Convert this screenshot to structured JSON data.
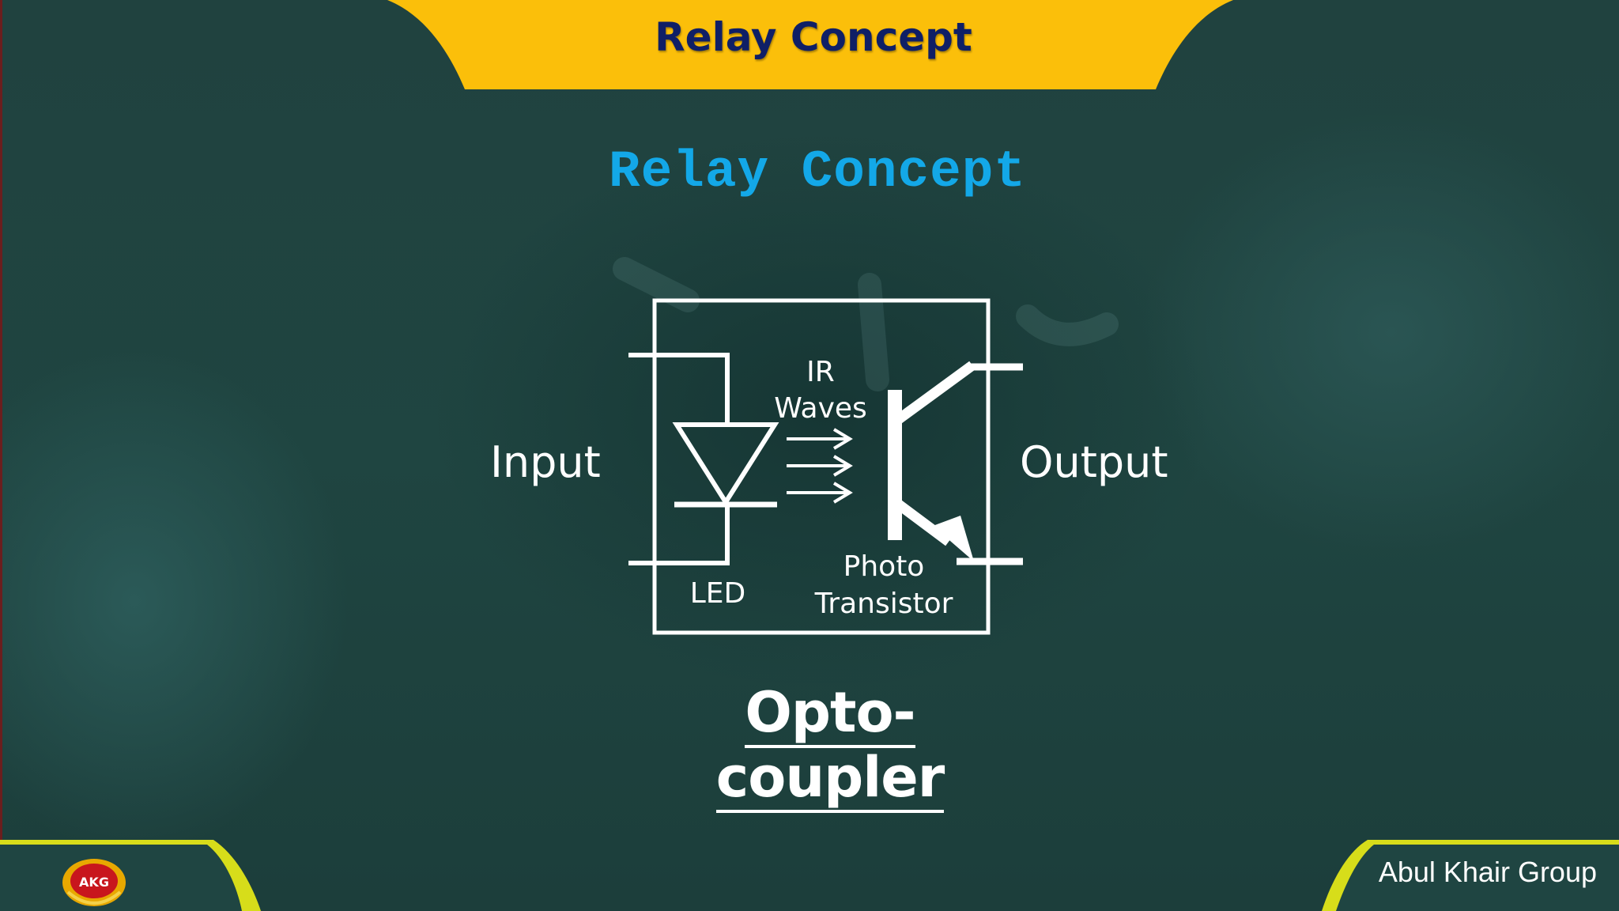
{
  "banner": {
    "title": "Relay Concept"
  },
  "heading": "Relay Concept",
  "diagram": {
    "input_label": "Input",
    "output_label": "Output",
    "ir_label_line1": "IR",
    "ir_label_line2": "Waves",
    "led_label": "LED",
    "phototransistor_line1": "Photo",
    "phototransistor_line2": "Transistor"
  },
  "caption": "Opto-coupler",
  "footer": {
    "company": "Abul Khair Group",
    "logo_text": "AKG"
  },
  "colors": {
    "banner_yellow": "#fbbf0a",
    "tab_yellow": "#d7dd1a",
    "heading_blue": "#13a8e8",
    "banner_text": "#0f1f66",
    "background": "#1f4541"
  }
}
